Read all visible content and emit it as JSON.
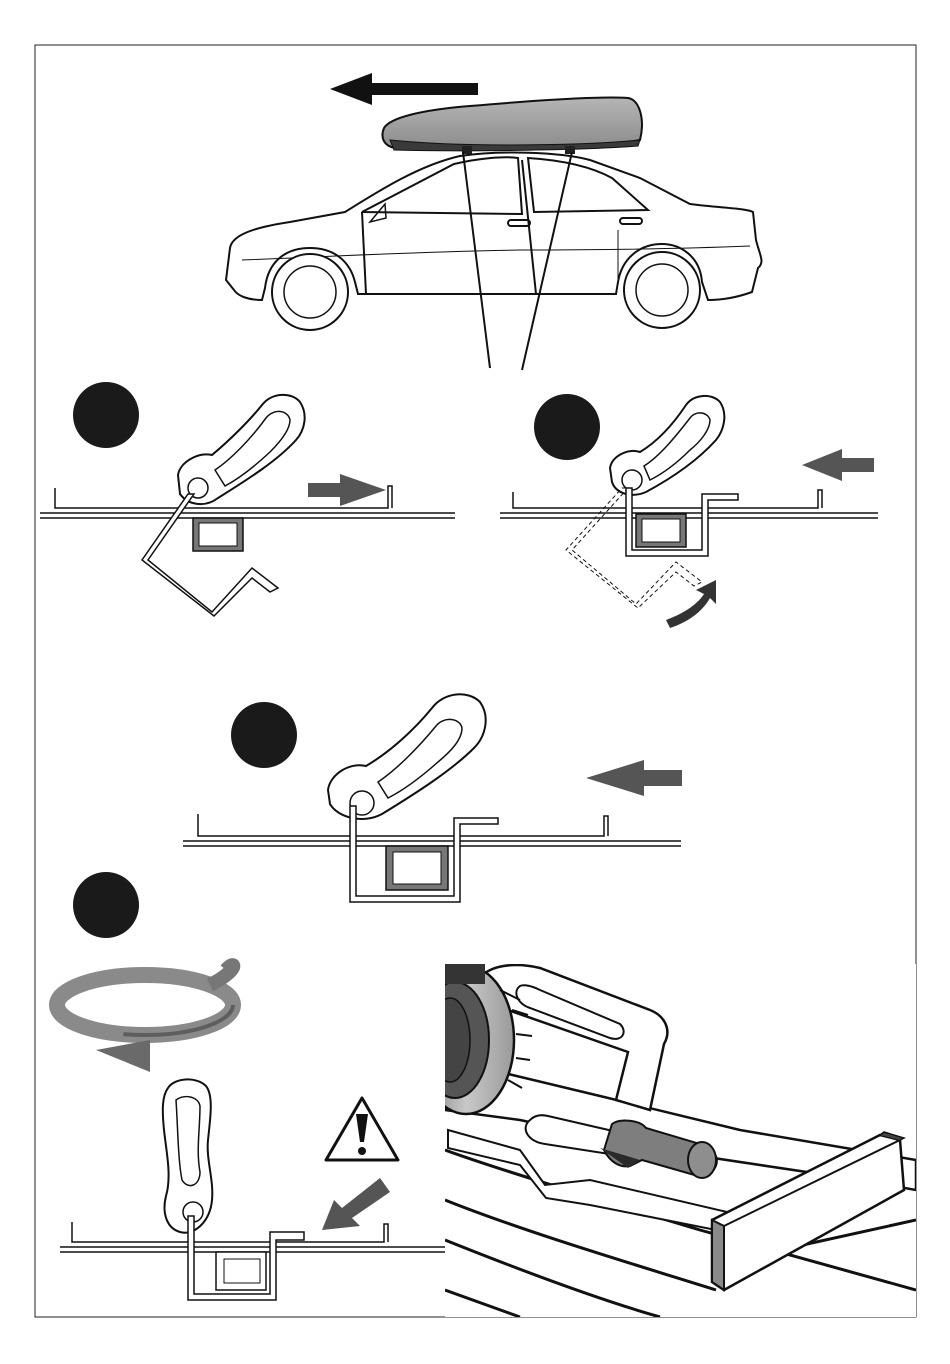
{
  "document": {
    "kind": "roof box mounting instruction sheet",
    "colors": {
      "ink": "#111111",
      "box_fill": "#9a9a9a",
      "box_shadow": "#3a3a3a",
      "arrow_gray": "#555555",
      "frame_gray": "#7a7a7a",
      "step_marker": "#1a1a1a",
      "rotation_gray": "#8a8a8a"
    }
  },
  "steps": [
    {
      "id": "step-1",
      "marker": "filled-circle",
      "arrow": "push-right"
    },
    {
      "id": "step-2",
      "marker": "filled-circle",
      "arrow": "push-left",
      "extra_arrow": "rotate-up"
    },
    {
      "id": "step-3",
      "marker": "filled-circle",
      "arrow": "push-left"
    },
    {
      "id": "step-4",
      "marker": "filled-circle",
      "arrow": "rotate-handle",
      "warning": "exclamation-triangle-icon"
    }
  ],
  "icons": [
    "arrow-left-icon",
    "warning-triangle-icon",
    "rotate-arrow-icon"
  ]
}
